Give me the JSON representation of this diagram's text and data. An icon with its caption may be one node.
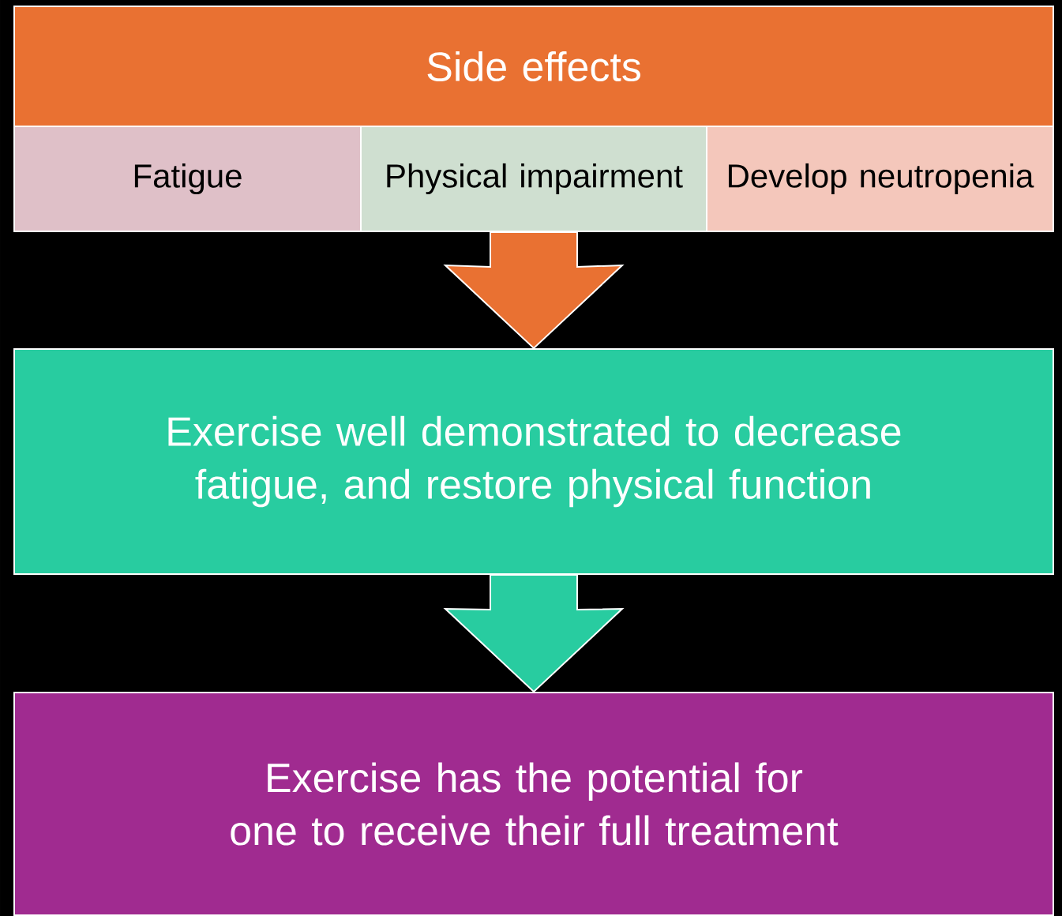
{
  "diagram": {
    "nodes": [
      {
        "text": [
          "Side effects"
        ]
      },
      {
        "text": [
          "Fatigue"
        ]
      },
      {
        "text": [
          "Physical impairment"
        ]
      },
      {
        "text": [
          "Develop neutropenia"
        ]
      },
      {
        "text": [
          "Exercise well demonstrated to decrease fatigue,  and restore physical function"
        ]
      },
      {
        "text": [
          "Exercise has the potential for one to receive their full treatment"
        ]
      }
    ],
    "edges": [
      {
        "from": 2,
        "to": 4,
        "arrow": "to",
        "style": "thick",
        "color": "#e97132"
      },
      {
        "from": 4,
        "to": 5,
        "arrow": "to",
        "style": "thick",
        "color": "#28cca0"
      }
    ]
  }
}
